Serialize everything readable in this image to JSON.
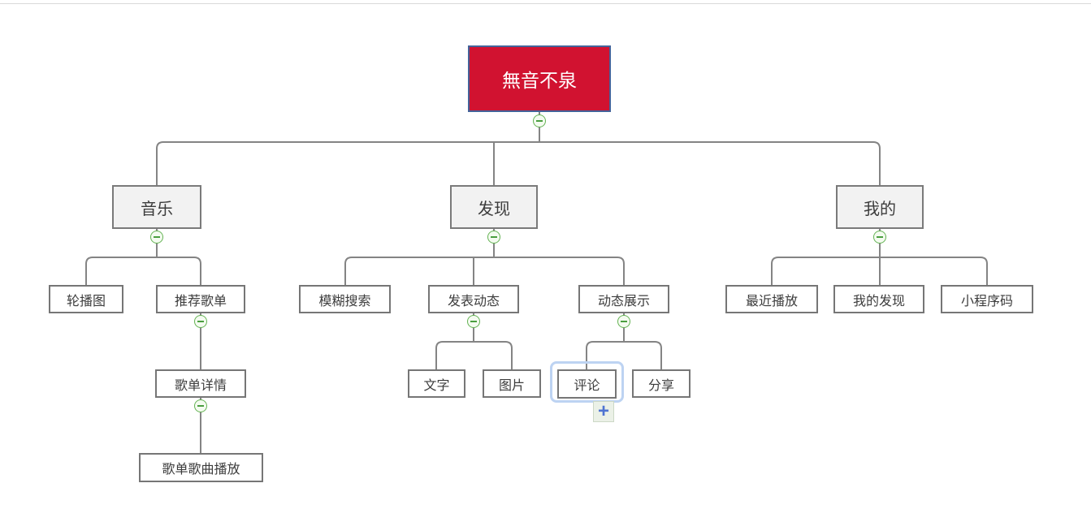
{
  "diagram": {
    "tool": "mind-map",
    "root": {
      "label": "無音不泉"
    },
    "nodes": {
      "music": {
        "label": "音乐"
      },
      "carousel": {
        "label": "轮播图"
      },
      "recommended_playlist": {
        "label": "推荐歌单"
      },
      "playlist_detail": {
        "label": "歌单详情"
      },
      "playlist_song_play": {
        "label": "歌单歌曲播放"
      },
      "discover": {
        "label": "发现"
      },
      "fuzzy_search": {
        "label": "模糊搜索"
      },
      "post_moment": {
        "label": "发表动态"
      },
      "moment_display": {
        "label": "动态展示"
      },
      "text": {
        "label": "文字"
      },
      "image": {
        "label": "图片"
      },
      "comment": {
        "label": "评论"
      },
      "share": {
        "label": "分享"
      },
      "mine": {
        "label": "我的"
      },
      "recent_play": {
        "label": "最近播放"
      },
      "my_discover": {
        "label": "我的发现"
      },
      "mini_program_code": {
        "label": "小程序码"
      }
    },
    "tree": {
      "無音不泉": {
        "音乐": {
          "轮播图": {},
          "推荐歌单": {
            "歌单详情": {
              "歌单歌曲播放": {}
            }
          }
        },
        "发现": {
          "模糊搜索": {},
          "发表动态": {
            "文字": {},
            "图片": {}
          },
          "动态展示": {
            "评论": {},
            "分享": {}
          }
        },
        "我的": {
          "最近播放": {},
          "我的发现": {},
          "小程序码": {}
        }
      }
    },
    "selection": {
      "selected_node": "评论"
    },
    "add_button": {
      "label": "+"
    },
    "icons": {
      "collapse": "minus-circle",
      "add": "plus"
    },
    "colors": {
      "root_bg": "#d11230",
      "root_border": "#44639a",
      "level1_bg": "#f2f2f2",
      "node_border": "#767676",
      "connector": "#848484",
      "expander_green": "#65b354",
      "selection_ring": "#bdd3f2",
      "add_plus_blue": "#4f74d2"
    }
  }
}
